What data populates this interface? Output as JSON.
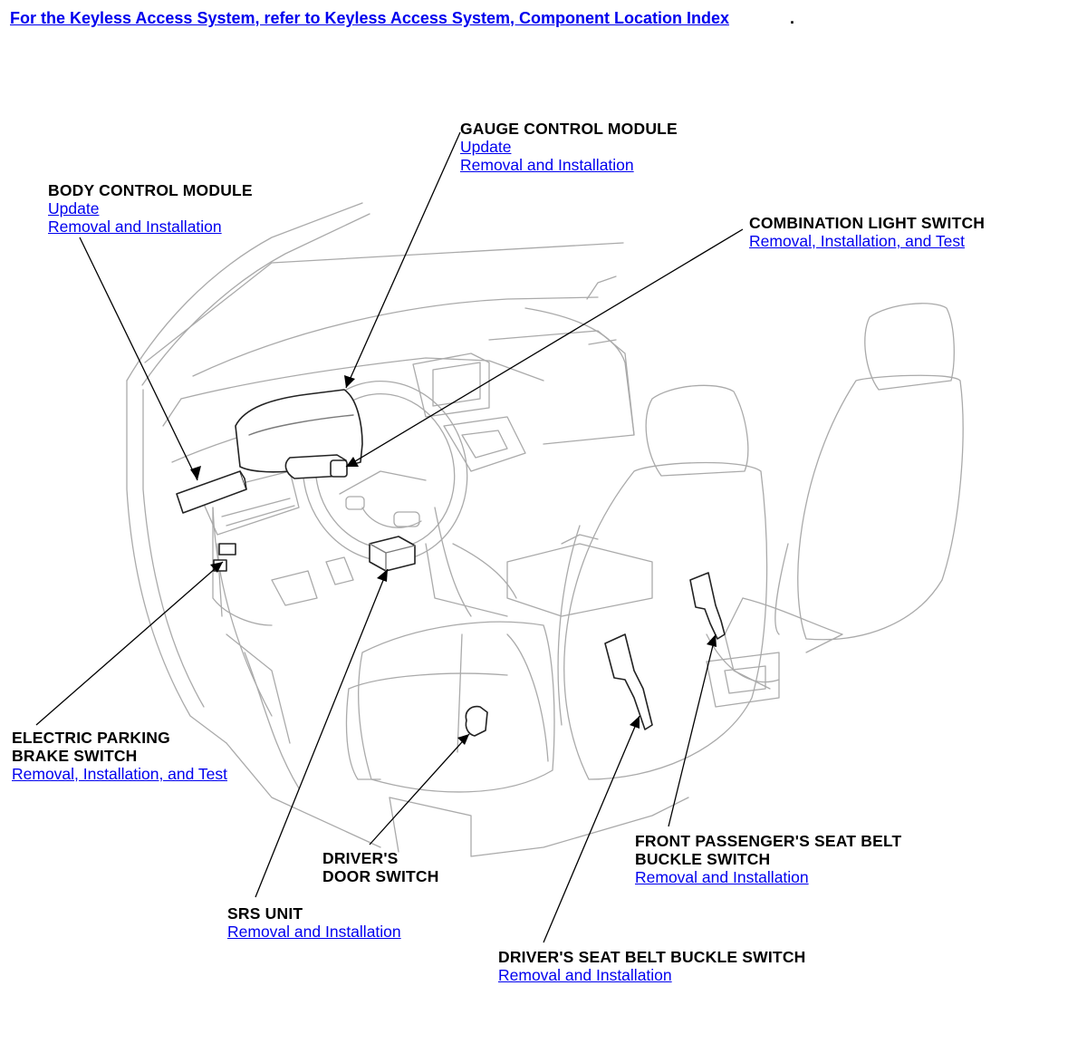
{
  "header": {
    "link_text": "For the Keyless Access System, refer to Keyless Access System, Component Location Index",
    "trailing": "."
  },
  "callouts": {
    "gauge_control_module": {
      "title": "GAUGE CONTROL MODULE",
      "links": [
        "Update",
        "Removal and Installation"
      ]
    },
    "body_control_module": {
      "title": "BODY CONTROL MODULE",
      "links": [
        "Update",
        "Removal and Installation"
      ]
    },
    "combination_light_switch": {
      "title": "COMBINATION LIGHT SWITCH",
      "links": [
        "Removal, Installation, and Test"
      ]
    },
    "electric_parking_brake_switch": {
      "title_lines": [
        "ELECTRIC PARKING",
        "BRAKE SWITCH"
      ],
      "links": [
        "Removal, Installation, and Test"
      ]
    },
    "drivers_door_switch": {
      "title_lines": [
        "DRIVER'S",
        "DOOR SWITCH"
      ]
    },
    "srs_unit": {
      "title": "SRS UNIT",
      "links": [
        "Removal and Installation"
      ]
    },
    "front_passenger_seat_belt_buckle_switch": {
      "title_lines": [
        "FRONT PASSENGER'S SEAT BELT",
        "BUCKLE SWITCH"
      ],
      "links": [
        "Removal and Installation"
      ]
    },
    "drivers_seat_belt_buckle_switch": {
      "title": "DRIVER'S SEAT BELT BUCKLE SWITCH",
      "links": [
        "Removal and Installation"
      ]
    }
  },
  "colors": {
    "link": "#0000ee",
    "text": "#000000",
    "illustration": "#aaaaaa"
  }
}
